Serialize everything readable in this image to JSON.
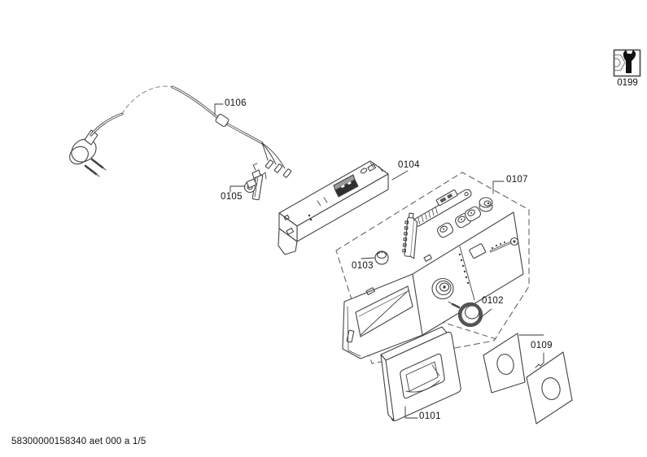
{
  "colors": {
    "background": "#ffffff",
    "line": "#444444",
    "label_text": "#111111"
  },
  "diagram": {
    "footer_text": "58300000158340 aet 000 a 1/5",
    "corner_icon_label": "0199",
    "part_labels": {
      "p101": "0101",
      "p102": "0102",
      "p103": "0103",
      "p104": "0104",
      "p105": "0105",
      "p106": "0106",
      "p107": "0107",
      "p109": "0109"
    }
  }
}
